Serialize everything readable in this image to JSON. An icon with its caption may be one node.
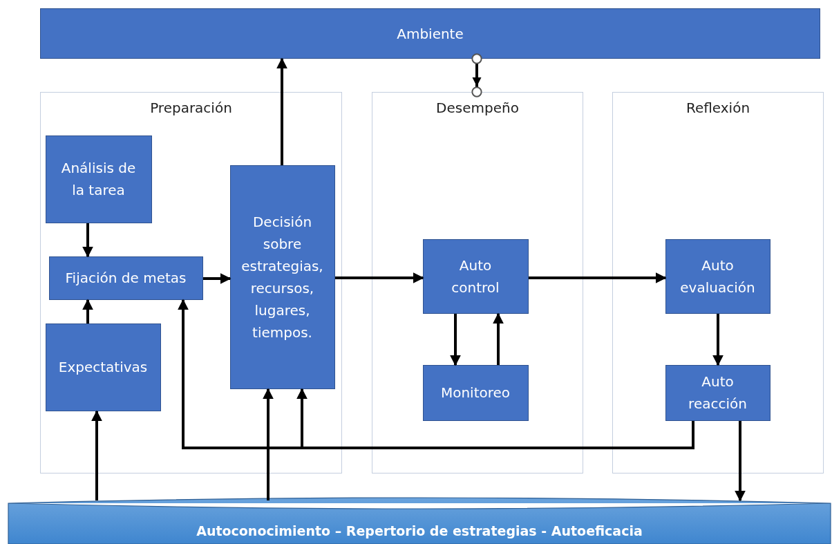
{
  "diagram": {
    "nodes": [
      {
        "text": [
          "Ambiente"
        ]
      },
      {
        "text": [
          "Preparación"
        ]
      },
      {
        "text": [
          "Desempeño"
        ]
      },
      {
        "text": [
          "Reflexión"
        ]
      },
      {
        "text": [
          "Análisis de la tarea"
        ],
        "in": 1
      },
      {
        "text": [
          "Fijación de metas"
        ],
        "in": 1
      },
      {
        "text": [
          "Expectativas"
        ],
        "in": 1
      },
      {
        "text": [
          "Decisión sobre estrategias, recursos, lugares, tiempos."
        ],
        "in": 1
      },
      {
        "text": [
          "Auto control"
        ],
        "in": 2
      },
      {
        "text": [
          "Monitoreo"
        ],
        "in": 2
      },
      {
        "text": [
          "Auto evaluación"
        ],
        "in": 3
      },
      {
        "text": [
          "Auto reacción"
        ],
        "in": 3
      },
      {
        "text": [
          "Autoconocimiento – Repertorio de estrategias - Autoeficacia"
        ]
      }
    ],
    "edges": [
      {
        "from": 4,
        "to": 5,
        "arrow": "to"
      },
      {
        "from": 6,
        "to": 5,
        "arrow": "to"
      },
      {
        "from": 5,
        "to": 7,
        "arrow": "to"
      },
      {
        "from": 7,
        "to": 0,
        "arrow": "to"
      },
      {
        "from": 0,
        "to": 2,
        "arrow": "to"
      },
      {
        "from": 7,
        "to": 8,
        "arrow": "to"
      },
      {
        "from": 8,
        "to": 9,
        "arrow": "to"
      },
      {
        "from": 9,
        "to": 8,
        "arrow": "to"
      },
      {
        "from": 8,
        "to": 10,
        "arrow": "to"
      },
      {
        "from": 10,
        "to": 11,
        "arrow": "to"
      },
      {
        "from": 11,
        "to": 5,
        "arrow": "to"
      },
      {
        "from": 11,
        "to": 7,
        "arrow": "to"
      },
      {
        "from": 12,
        "to": 6,
        "arrow": "to"
      },
      {
        "from": 12,
        "to": 7,
        "arrow": "to"
      },
      {
        "from": 11,
        "to": 12,
        "arrow": "to"
      }
    ]
  }
}
